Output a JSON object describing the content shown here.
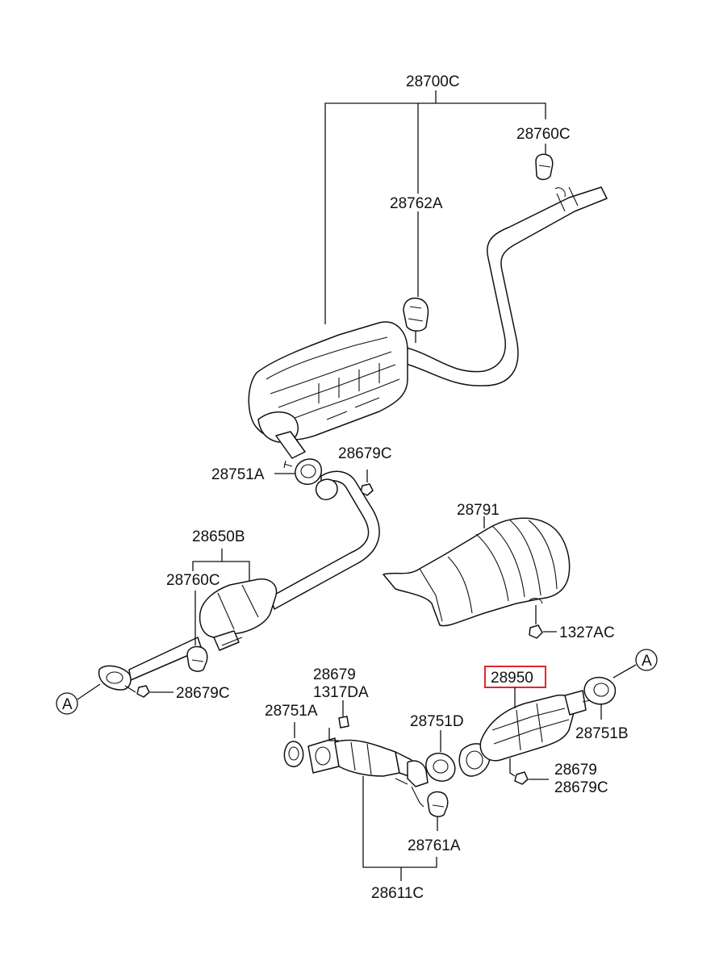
{
  "labels": {
    "p28700C": "28700C",
    "p28760C_top": "28760C",
    "p28762A": "28762A",
    "p28751A_mid": "28751A",
    "p28679C_mid": "28679C",
    "p28791": "28791",
    "p1327AC": "1327AC",
    "p28650B": "28650B",
    "p28760C_left": "28760C",
    "p28679C_left": "28679C",
    "ref_A_left": "A",
    "ref_A_right": "A",
    "p28950": "28950",
    "p28751B": "28751B",
    "p28679": "28679",
    "p1317DA": "1317DA",
    "p28751A_low": "28751A",
    "p28751D": "28751D",
    "p28679_low": "28679",
    "p28679C_low": "28679C",
    "p28761A": "28761A",
    "p28611C": "28611C"
  },
  "highlight": {
    "part": "28950",
    "color": "#e0262a"
  }
}
